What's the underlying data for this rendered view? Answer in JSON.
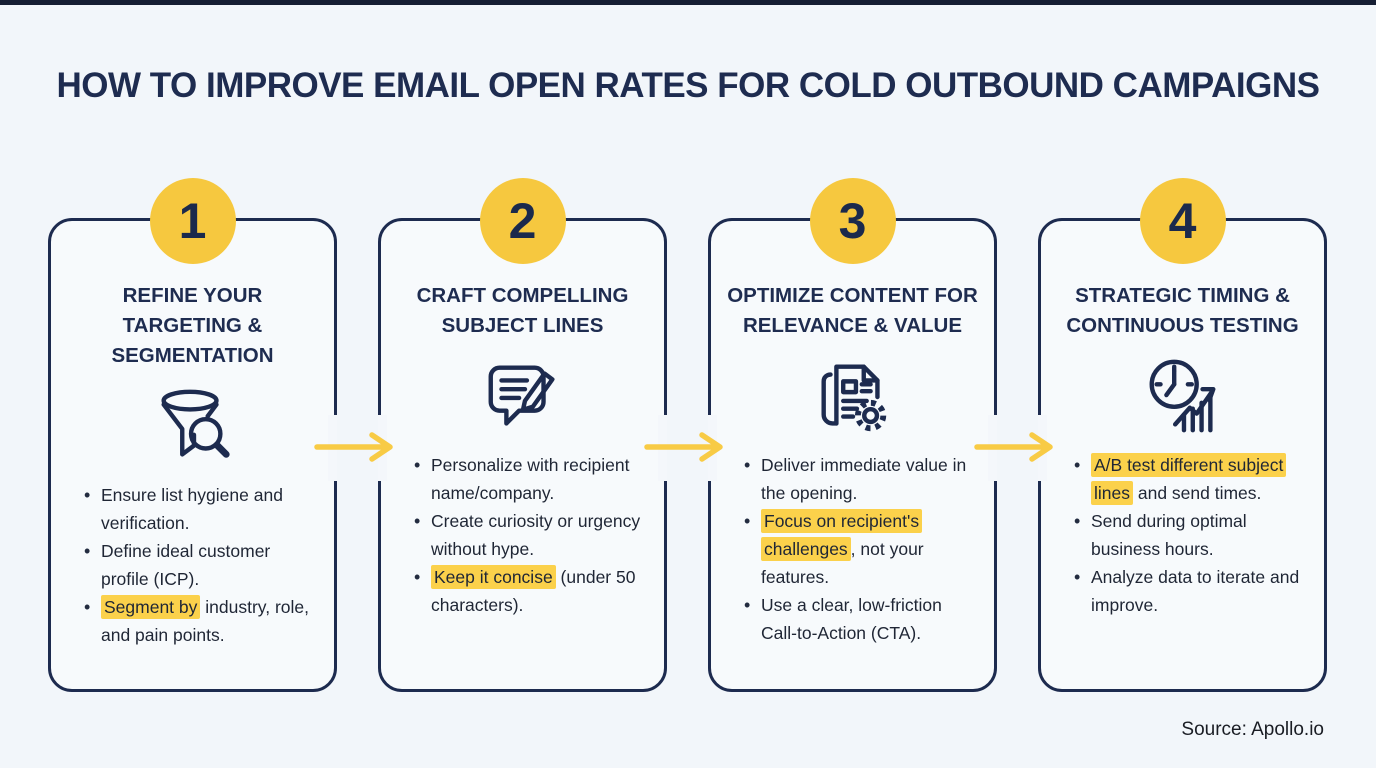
{
  "page": {
    "title": "HOW TO IMPROVE EMAIL OPEN RATES FOR COLD OUTBOUND CAMPAIGNS",
    "source": "Source: Apollo.io"
  },
  "colors": {
    "background": "#f2f6fa",
    "card_border_navy": "#1d2b4f",
    "badge_yellow": "#f6c83f",
    "arrow_yellow": "#f8cb45",
    "highlight_yellow": "#fbd14b",
    "heading_navy": "#1e2c50",
    "body_text": "#1f2635"
  },
  "steps": [
    {
      "number": "1",
      "title": "REFINE YOUR TARGETING & SEGMENTATION",
      "icon": "funnel-search-icon",
      "bullets": [
        [
          {
            "t": "Ensure list hygiene and verification.",
            "h": false
          }
        ],
        [
          {
            "t": "Define ideal customer profile (ICP).",
            "h": false
          }
        ],
        [
          {
            "t": "Segment by",
            "h": true
          },
          {
            "t": " industry, role, and pain points.",
            "h": false
          }
        ]
      ]
    },
    {
      "number": "2",
      "title": "CRAFT COMPELLING SUBJECT LINES",
      "icon": "message-pencil-icon",
      "bullets": [
        [
          {
            "t": "Personalize with recipient name/company.",
            "h": false
          }
        ],
        [
          {
            "t": "Create curiosity or urgency without hype.",
            "h": false
          }
        ],
        [
          {
            "t": "Keep it concise",
            "h": true
          },
          {
            "t": " (under 50 characters).",
            "h": false
          }
        ]
      ]
    },
    {
      "number": "3",
      "title": "OPTIMIZE CONTENT FOR RELEVANCE & VALUE",
      "icon": "document-gear-icon",
      "bullets": [
        [
          {
            "t": "Deliver immediate value in the opening.",
            "h": false
          }
        ],
        [
          {
            "t": "Focus on recipient's challenges",
            "h": true
          },
          {
            "t": ", not your features.",
            "h": false
          }
        ],
        [
          {
            "t": "Use a clear, low-friction Call-to-Action (CTA).",
            "h": false
          }
        ]
      ]
    },
    {
      "number": "4",
      "title": "STRATEGIC TIMING & CONTINUOUS TESTING",
      "icon": "clock-growth-icon",
      "bullets": [
        [
          {
            "t": "A/B test different subject lines",
            "h": true
          },
          {
            "t": " and send times.",
            "h": false
          }
        ],
        [
          {
            "t": "Send during optimal business hours.",
            "h": false
          }
        ],
        [
          {
            "t": "Analyze data to iterate and improve.",
            "h": false
          }
        ]
      ]
    }
  ]
}
